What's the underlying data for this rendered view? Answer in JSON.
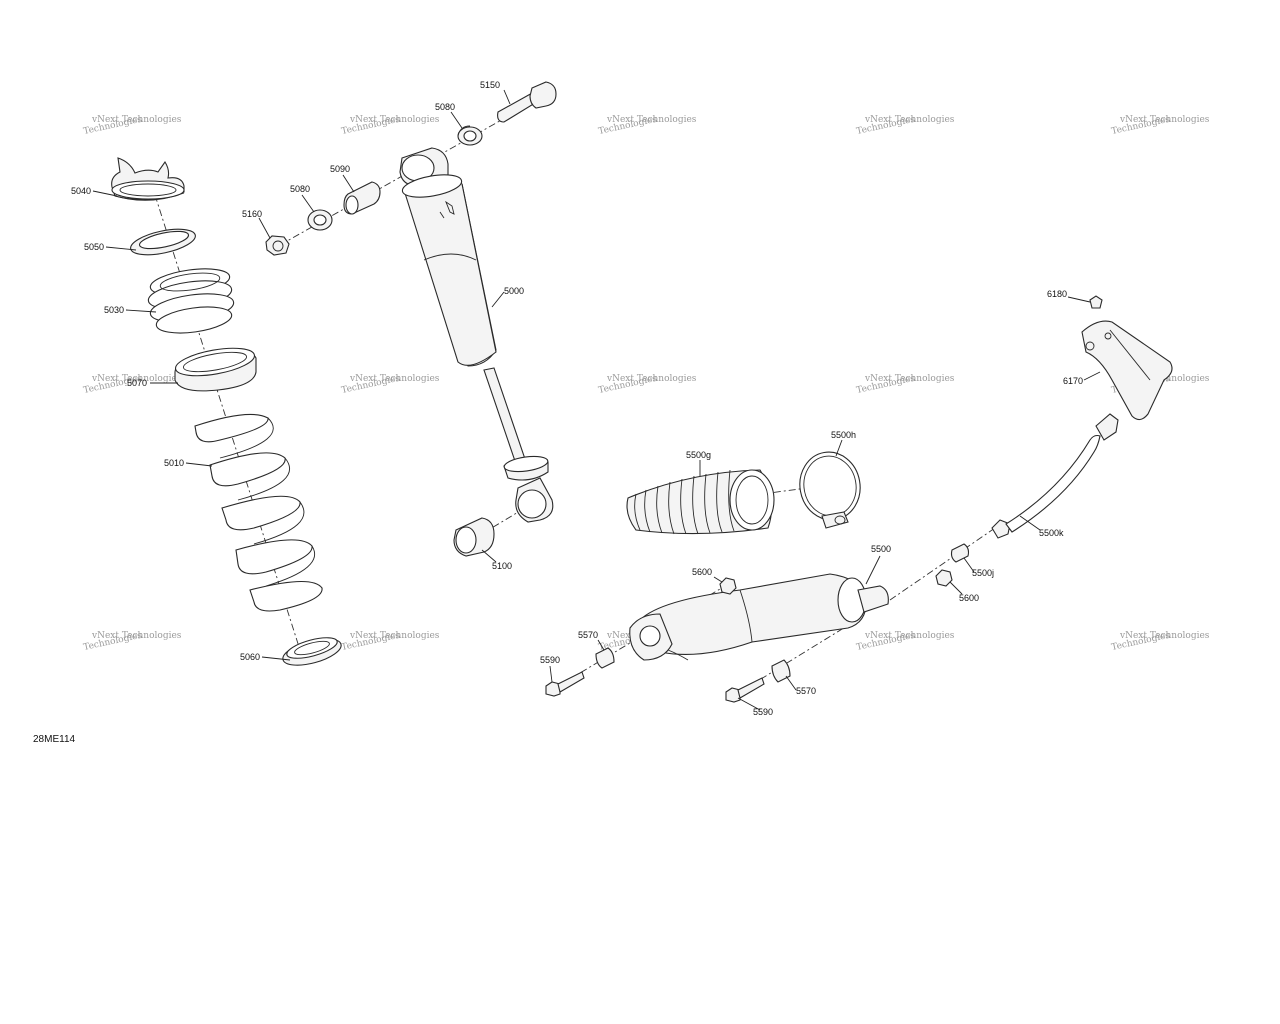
{
  "figure_id": "28ME114",
  "watermark": {
    "line1": "vNext Technologies",
    "line2": "Technologies"
  },
  "callouts": {
    "c5000": "5000",
    "c5010": "5010",
    "c5030": "5030",
    "c5040": "5040",
    "c5050": "5050",
    "c5060": "5060",
    "c5070": "5070",
    "c5080a": "5080",
    "c5080b": "5080",
    "c5090": "5090",
    "c5100": "5100",
    "c5150": "5150",
    "c5160": "5160",
    "c5500": "5500",
    "c5500g": "5500g",
    "c5500h": "5500h",
    "c5500j": "5500j",
    "c5500k": "5500k",
    "c5570a": "5570",
    "c5570b": "5570",
    "c5590a": "5590",
    "c5590b": "5590",
    "c5600a": "5600",
    "c5600b": "5600",
    "c6170": "6170",
    "c6180": "6180"
  }
}
